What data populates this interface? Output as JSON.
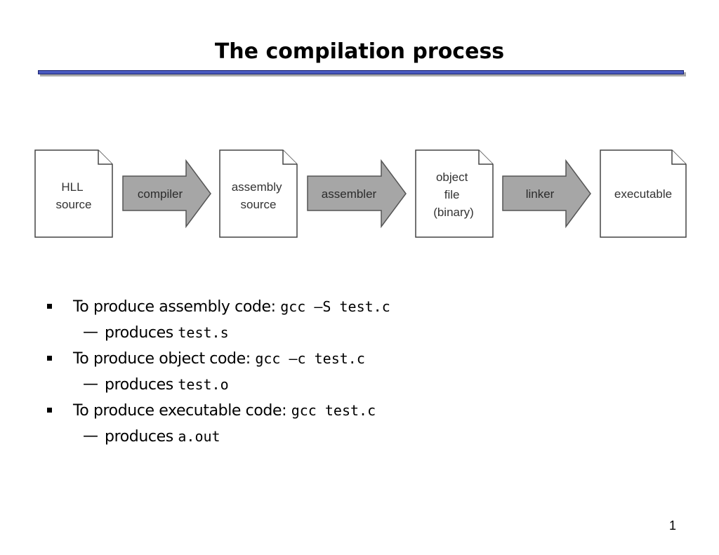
{
  "slide": {
    "title": "The compilation process",
    "page_number": "1"
  },
  "diagram": {
    "nodes": [
      {
        "lines": [
          "HLL",
          "source"
        ]
      },
      {
        "lines": [
          "assembly",
          "source"
        ]
      },
      {
        "lines": [
          "object",
          "file",
          "(binary)"
        ]
      },
      {
        "lines": [
          "executable"
        ]
      }
    ],
    "arrows": [
      {
        "label": "compiler"
      },
      {
        "label": "assembler"
      },
      {
        "label": "linker"
      }
    ],
    "colors": {
      "arrow_fill": "#a6a6a6",
      "arrow_stroke": "#555555",
      "doc_fill": "#ffffff",
      "doc_stroke": "#444444"
    }
  },
  "bullets": [
    {
      "text": "To produce assembly code: ",
      "code": "gcc –S test.c",
      "sub": {
        "text": "produces ",
        "code": "test.s"
      }
    },
    {
      "text": "To produce object code: ",
      "code": "gcc –c test.c",
      "sub": {
        "text": "produces ",
        "code": "test.o"
      }
    },
    {
      "text": "To produce executable code: ",
      "code": "gcc test.c",
      "sub": {
        "text": "produces ",
        "code": "a.out"
      }
    }
  ],
  "symbols": {
    "bullet": "square-bullet",
    "sub_bullet": "—"
  }
}
